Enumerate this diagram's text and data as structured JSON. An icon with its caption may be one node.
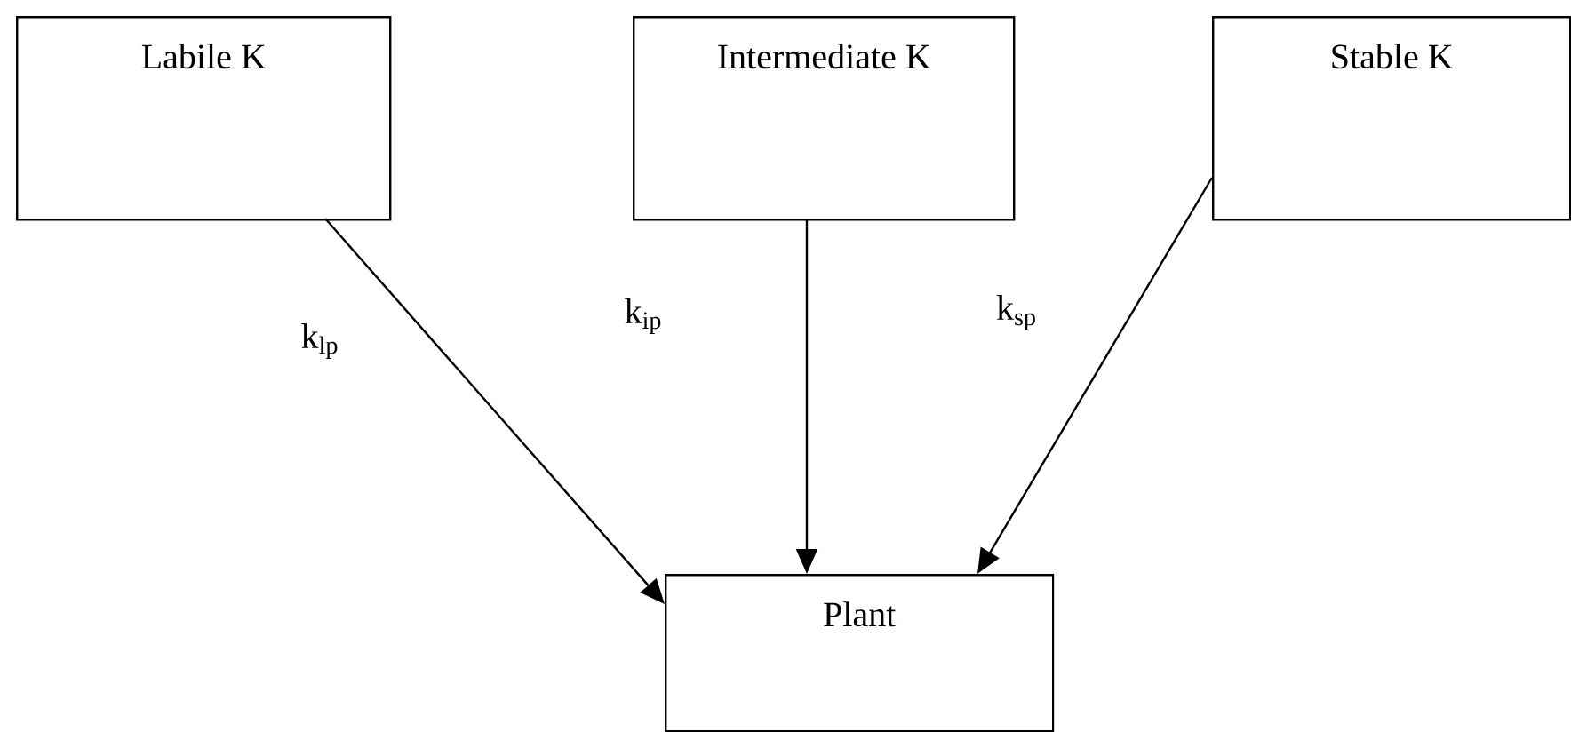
{
  "diagram": {
    "nodes": [
      {
        "text": [
          "Labile K"
        ]
      },
      {
        "text": [
          "Intermediate K"
        ]
      },
      {
        "text": [
          "Stable K"
        ]
      },
      {
        "text": [
          "Plant"
        ]
      }
    ],
    "edges": [
      {
        "from": 0,
        "to": 3,
        "arrow": "to",
        "label": "k$_{lp}$"
      },
      {
        "from": 1,
        "to": 3,
        "arrow": "to",
        "label": "k$_{ip}$"
      },
      {
        "from": 2,
        "to": 3,
        "arrow": "to",
        "label": "k$_{sp}$"
      }
    ]
  }
}
